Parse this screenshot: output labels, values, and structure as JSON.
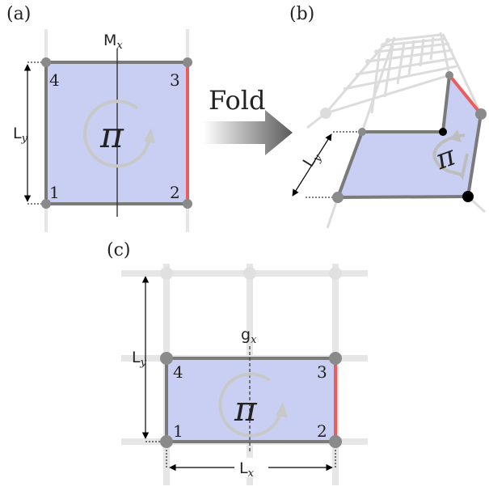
{
  "panel_a": {
    "label": "(a)",
    "mirror_label": "M",
    "mirror_sub": "x",
    "ly_label": "L",
    "ly_sub": "y",
    "pi": "π",
    "corners": [
      "1",
      "2",
      "3",
      "4"
    ]
  },
  "panel_b": {
    "label": "(b)",
    "ly_label": "L",
    "ly_sub": "y",
    "pi": "π"
  },
  "fold": {
    "label": "Fold"
  },
  "panel_c": {
    "label": "(c)",
    "glide_label": "g",
    "glide_sub": "x",
    "ly_label": "L",
    "ly_sub": "y",
    "lx_label": "L",
    "lx_sub": "x",
    "pi": "π",
    "corners": [
      "1",
      "2",
      "3",
      "4"
    ]
  },
  "colors": {
    "plaquette_fill": "#c8cff2",
    "edge": "#7a7a7a",
    "highlight_edge": "#ef5a5a",
    "lattice": "#e6e6e6",
    "node": "#8a8a8a",
    "node_light": "#dcdcdc",
    "special_node": "#000000",
    "arrow_dark": "#555555"
  }
}
